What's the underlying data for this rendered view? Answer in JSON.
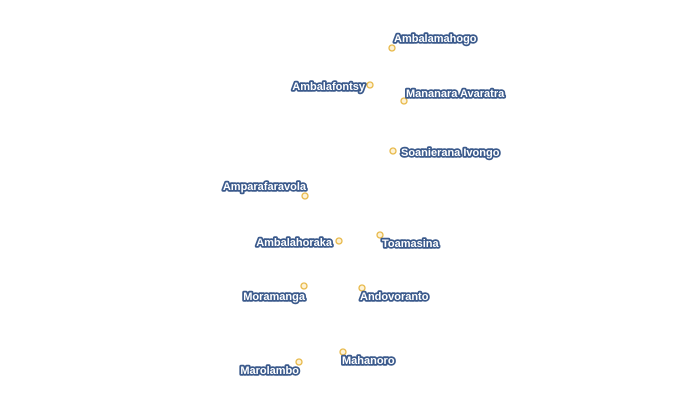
{
  "map": {
    "colors": {
      "background": "#ffffff",
      "marker_fill": "#fdf2d6",
      "marker_stroke": "#e8b94a",
      "label_fill": "#ffffff",
      "label_halo": "#3b5a8c"
    },
    "places": [
      {
        "name": "Ambalamahogo"
      },
      {
        "name": "Ambalafontsy"
      },
      {
        "name": "Mananara Avaratra"
      },
      {
        "name": "Soanierana Ivongo"
      },
      {
        "name": "Amparafaravola"
      },
      {
        "name": "Ambalahoraka"
      },
      {
        "name": "Toamasina"
      },
      {
        "name": "Moramanga"
      },
      {
        "name": "Andovoranto"
      },
      {
        "name": "Mahanoro"
      },
      {
        "name": "Marolambo"
      }
    ]
  }
}
